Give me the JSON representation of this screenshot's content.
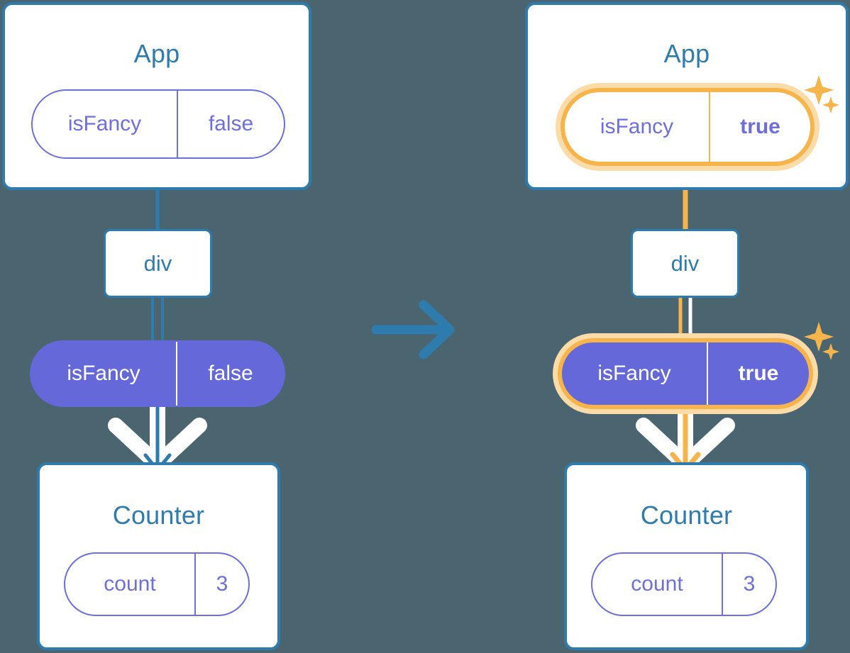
{
  "diagram": {
    "title": "React state propagation before and after isFancy changes",
    "background_color": "#4a6570",
    "accent_blue": "#2e7cae",
    "accent_purple": "#6568d8",
    "accent_purple_outline": "#6c6fdd",
    "highlight_orange": "#f6b44b",
    "highlight_orange_glow": "#fbdca8"
  },
  "transition": {
    "icon": "arrow-right-icon"
  },
  "panels": [
    {
      "id": "before",
      "app": {
        "title": "App",
        "state": {
          "key": "isFancy",
          "value": "false",
          "highlighted": false,
          "value_bold": false
        }
      },
      "div": {
        "label": "div",
        "wire_color": "#c6d7e8"
      },
      "props": {
        "key": "isFancy",
        "value": "false",
        "highlighted": false,
        "value_bold": false
      },
      "counter": {
        "title": "Counter",
        "state": {
          "key": "count",
          "value": "3",
          "highlighted": false
        }
      },
      "sparkles": []
    },
    {
      "id": "after",
      "app": {
        "title": "App",
        "state": {
          "key": "isFancy",
          "value": "true",
          "highlighted": true,
          "value_bold": true
        }
      },
      "div": {
        "label": "div",
        "wire_color": "#fbdca8"
      },
      "props": {
        "key": "isFancy",
        "value": "true",
        "highlighted": true,
        "value_bold": true
      },
      "counter": {
        "title": "Counter",
        "state": {
          "key": "count",
          "value": "3",
          "highlighted": false
        }
      },
      "sparkles": [
        {
          "name": "sparkle-icon-app"
        },
        {
          "name": "sparkle-icon-props"
        }
      ]
    }
  ]
}
